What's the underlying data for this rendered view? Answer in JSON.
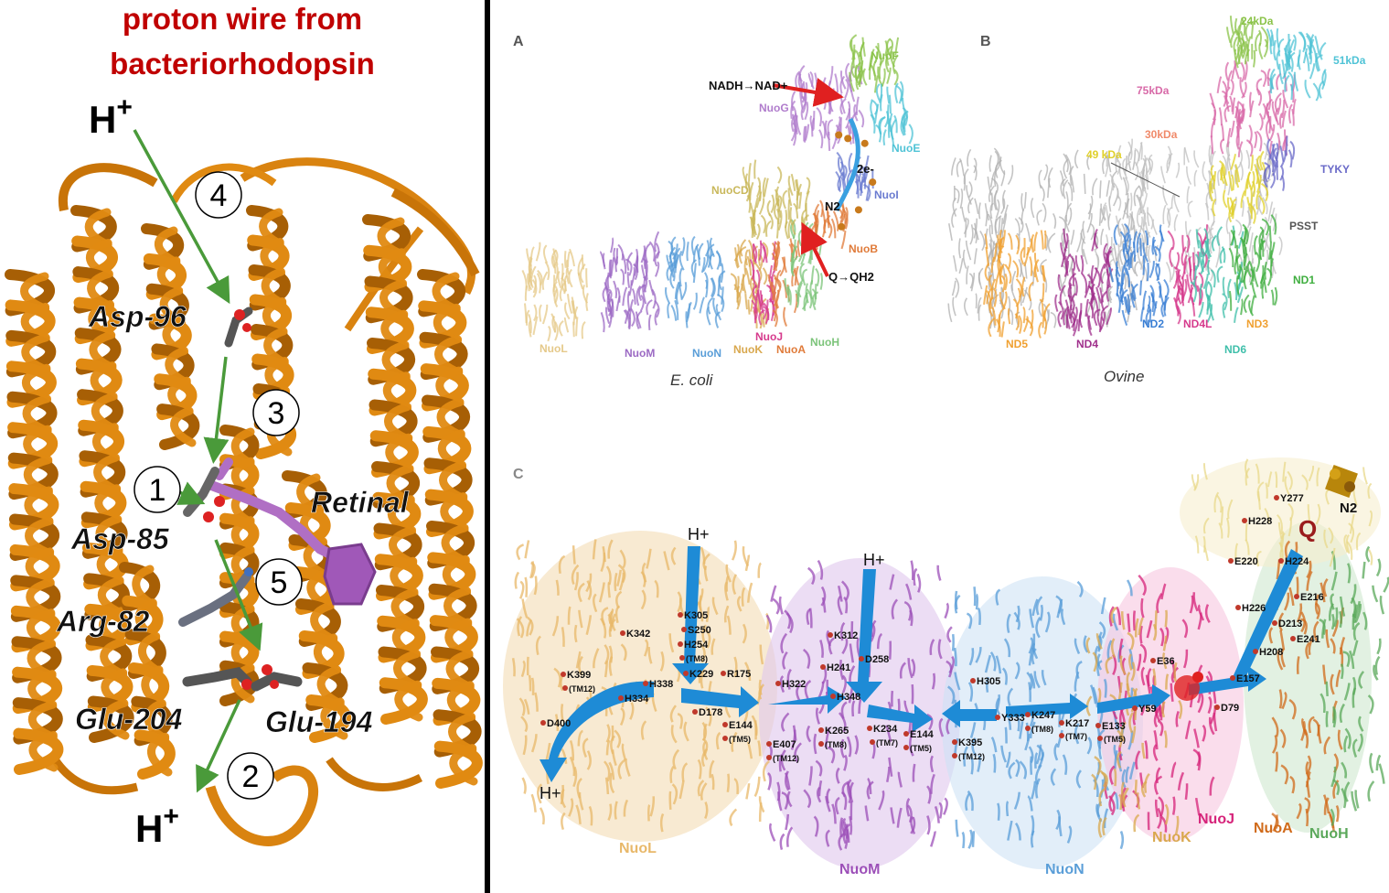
{
  "left_panel": {
    "title_lines": [
      "proton wire from",
      "bacteriorhodopsin"
    ],
    "proton_top": "H+",
    "proton_bottom": "H+",
    "step_numbers": [
      "4",
      "3",
      "1",
      "5",
      "2"
    ],
    "residues": {
      "asp96": "Asp-96",
      "asp85": "Asp-85",
      "arg82": "Arg-82",
      "glu204": "Glu-204",
      "glu194": "Glu-194",
      "retinal": "Retinal"
    },
    "colors": {
      "helix": "#e08a12",
      "helix_dark": "#a75f05",
      "retinal": "#b06fc4",
      "arrow": "#4a9a3a",
      "title": "#c00000"
    }
  },
  "panel_a": {
    "letter": "A",
    "species": "E. coli",
    "reactions": {
      "nadh": "NADH→NAD+",
      "quinone": "Q→QH2",
      "electrons": "2e-",
      "cluster": "N2"
    },
    "subunits": [
      {
        "label": "NuoF",
        "color": "#8bc34a"
      },
      {
        "label": "NuoG",
        "color": "#b07ccc"
      },
      {
        "label": "NuoE",
        "color": "#4fc3d6"
      },
      {
        "label": "NuoCD",
        "color": "#c9b85b"
      },
      {
        "label": "NuoI",
        "color": "#6a7bd0"
      },
      {
        "label": "NuoB",
        "color": "#e07b3a"
      },
      {
        "label": "NuoL",
        "color": "#e5c98a"
      },
      {
        "label": "NuoM",
        "color": "#9c6ac4"
      },
      {
        "label": "NuoN",
        "color": "#5a9ed8"
      },
      {
        "label": "NuoK",
        "color": "#d9a84e"
      },
      {
        "label": "NuoJ",
        "color": "#d63a8c"
      },
      {
        "label": "NuoA",
        "color": "#e07b3a"
      },
      {
        "label": "NuoH",
        "color": "#7cc47a"
      }
    ]
  },
  "panel_b": {
    "letter": "B",
    "species": "Ovine",
    "subunits": [
      {
        "label": "24kDa",
        "color": "#8bc34a"
      },
      {
        "label": "51kDa",
        "color": "#4fc3d6"
      },
      {
        "label": "75kDa",
        "color": "#d86aa8"
      },
      {
        "label": "30kDa",
        "color": "#f08a6a"
      },
      {
        "label": "49 kDa",
        "color": "#e0d02a"
      },
      {
        "label": "TYKY",
        "color": "#6a6ac8"
      },
      {
        "label": "PSST",
        "color": "#555555"
      },
      {
        "label": "ND1",
        "color": "#3fae3f"
      },
      {
        "label": "ND2",
        "color": "#3a7fd4"
      },
      {
        "label": "ND4L",
        "color": "#d63a8c"
      },
      {
        "label": "ND3",
        "color": "#f0a030"
      },
      {
        "label": "ND6",
        "color": "#3fbfaa"
      },
      {
        "label": "ND5",
        "color": "#f0a030"
      },
      {
        "label": "ND4",
        "color": "#a0308c"
      }
    ]
  },
  "panel_c": {
    "letter": "C",
    "proton_labels": [
      "H+",
      "H+",
      "H+"
    ],
    "quinone": "Q",
    "cluster": "N2",
    "residue_labels": [
      "Y277",
      "H228",
      "E220",
      "H224",
      "E216",
      "H226",
      "D213",
      "E241",
      "H208",
      "E157",
      "E36",
      "Y59",
      "D79",
      "K305",
      "S250",
      "H254",
      "(TM8)",
      "K342",
      "K229",
      "R175",
      "H338",
      "K399",
      "(TM12)",
      "H334",
      "D400",
      "D178",
      "E144",
      "(TM5)",
      "H322",
      "K312",
      "H241",
      "D258",
      "H348",
      "E407",
      "(TM12)",
      "K265",
      "(TM8)",
      "K234",
      "(TM7)",
      "E144",
      "(TM5)",
      "H305",
      "Y333",
      "K247",
      "(TM8)",
      "K217",
      "(TM7)",
      "E133",
      "(TM5)",
      "K395",
      "(TM12)"
    ],
    "subunits": [
      {
        "label": "NuoL",
        "color": "#e8b86a"
      },
      {
        "label": "NuoM",
        "color": "#9c4fb8"
      },
      {
        "label": "NuoN",
        "color": "#5a9ed8"
      },
      {
        "label": "NuoK",
        "color": "#d9a84e"
      },
      {
        "label": "NuoJ",
        "color": "#d6237a"
      },
      {
        "label": "NuoA",
        "color": "#d06a1a"
      },
      {
        "label": "NuoH",
        "color": "#5aa85a"
      }
    ]
  }
}
